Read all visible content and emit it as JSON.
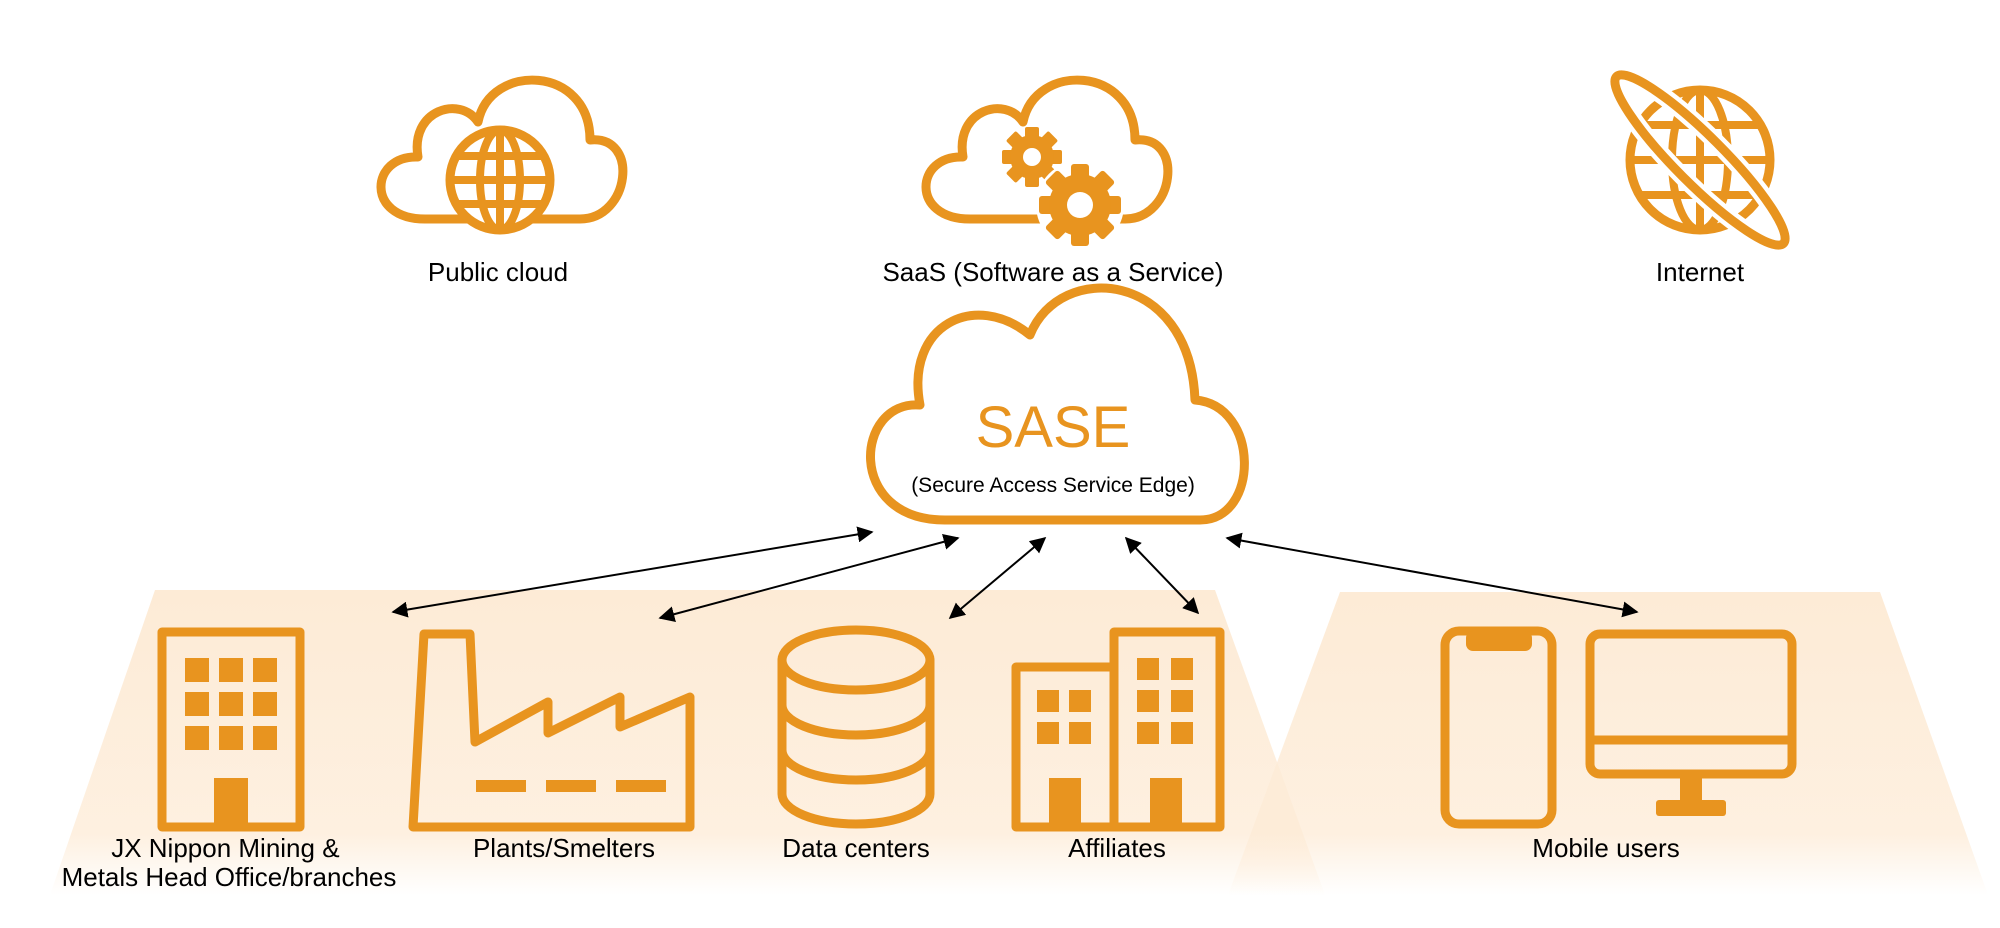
{
  "colors": {
    "accent": "#E8941F",
    "zone_fill": "#FDEBD6",
    "text": "#000000",
    "arrow": "#000000"
  },
  "top_services": [
    {
      "id": "public-cloud",
      "label": "Public cloud",
      "icon": "cloud-globe-icon"
    },
    {
      "id": "saas",
      "label": "SaaS (Software as a Service)",
      "icon": "cloud-gears-icon"
    },
    {
      "id": "internet",
      "label": "Internet",
      "icon": "globe-orbit-icon"
    }
  ],
  "hub": {
    "title": "SASE",
    "subtitle": "(Secure Access Service Edge)",
    "icon": "cloud-icon"
  },
  "sites": [
    {
      "id": "head-office",
      "label_lines": [
        "JX Nippon Mining &",
        "Metals Head Office/branches"
      ],
      "icon": "office-building-icon"
    },
    {
      "id": "plants",
      "label_lines": [
        "Plants/Smelters"
      ],
      "icon": "factory-icon"
    },
    {
      "id": "data-centers",
      "label_lines": [
        "Data centers"
      ],
      "icon": "database-icon"
    },
    {
      "id": "affiliates",
      "label_lines": [
        "Affiliates"
      ],
      "icon": "buildings-icon"
    },
    {
      "id": "mobile-users",
      "label_lines": [
        "Mobile users"
      ],
      "icon": "phone-monitor-icon"
    }
  ],
  "connections": [
    {
      "from": "hub",
      "to": "head-office",
      "direction": "both"
    },
    {
      "from": "hub",
      "to": "plants",
      "direction": "both"
    },
    {
      "from": "hub",
      "to": "data-centers",
      "direction": "both"
    },
    {
      "from": "hub",
      "to": "affiliates",
      "direction": "both"
    },
    {
      "from": "hub",
      "to": "mobile-users",
      "direction": "both"
    }
  ]
}
